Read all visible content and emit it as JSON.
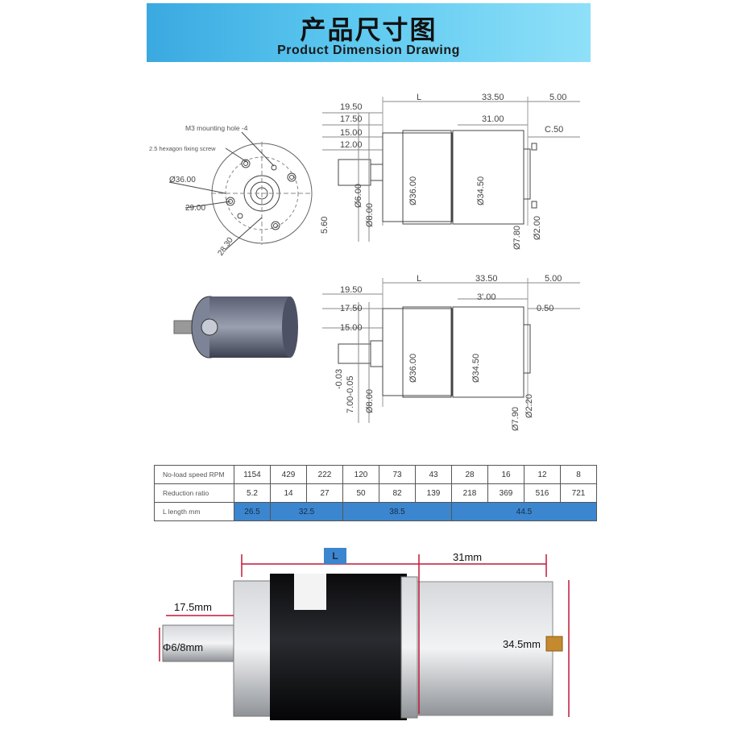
{
  "banner": {
    "title_cn": "产品尺寸图",
    "title_en": "Product Dimension Drawing"
  },
  "front_view": {
    "m3_label": "M3 mounting hole -4",
    "screw_label": "2.5 hexagon fixing screw",
    "d36": "Ø36.00",
    "d29": "29.00",
    "d28": "28.30"
  },
  "side_view_1": {
    "l": "L",
    "d33_5": "33.50",
    "d5": "5.00",
    "d19_5": "19.50",
    "d17_5": "17.50",
    "d31": "31.00",
    "d0_5": "C.50",
    "d15": "15.00",
    "d12": "12.00",
    "d36": "Ø36.00",
    "d34_5": "Ø34.50",
    "d6": "Ø6.00",
    "d8": "Ø8.00",
    "d560": "5.60",
    "d7_8": "Ø7.80",
    "d2": "Ø2.00"
  },
  "side_view_2": {
    "l": "L",
    "d33_5": "33.50",
    "d5": "5.00",
    "d19_5": "19.50",
    "d17_5": "17.50",
    "d31": "3'.00",
    "d0_5": "0.50",
    "d15": "15.00",
    "d36": "Ø36.00",
    "d34_5": "Ø34.50",
    "tol1": "-0.03",
    "tol2": "7.00-0.05",
    "d8": "Ø8.00",
    "d7_9": "Ø7.90",
    "d2_2": "Ø2.20"
  },
  "table": {
    "rows": [
      {
        "header": "No-load speed RPM",
        "cells": [
          "1154",
          "429",
          "222",
          "120",
          "73",
          "43",
          "28",
          "16",
          "12",
          "8"
        ]
      },
      {
        "header": "Reduction ratio",
        "cells": [
          "5.2",
          "14",
          "27",
          "50",
          "82",
          "139",
          "218",
          "369",
          "516",
          "721"
        ]
      }
    ],
    "length_header": "L length mm",
    "length_groups": [
      {
        "label": "26.5",
        "span": 1
      },
      {
        "label": "32.5",
        "span": 2
      },
      {
        "label": "38.5",
        "span": 3
      },
      {
        "label": "44.5",
        "span": 4
      }
    ]
  },
  "photo_dims": {
    "l_tag": "L",
    "d31mm": "31mm",
    "d17_5mm": "17.5mm",
    "d_shaft": "Φ6/8mm",
    "d34_5mm": "34.5mm"
  },
  "colors": {
    "accent_blue": "#3b86cf",
    "banner": "#5cc8f0"
  }
}
